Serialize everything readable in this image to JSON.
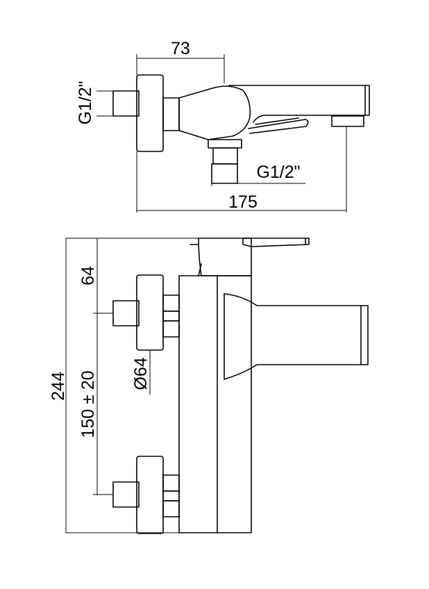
{
  "dimensions": {
    "top_width": "73",
    "top_inlet_thread": "G1/2\"",
    "bottom_outlet_thread": "G1/2\"",
    "overall_length": "175",
    "overall_height": "244",
    "inlet_center_offset": "64",
    "rosette_diameter": "Ø64",
    "inlet_spacing": "150 ± 20"
  }
}
